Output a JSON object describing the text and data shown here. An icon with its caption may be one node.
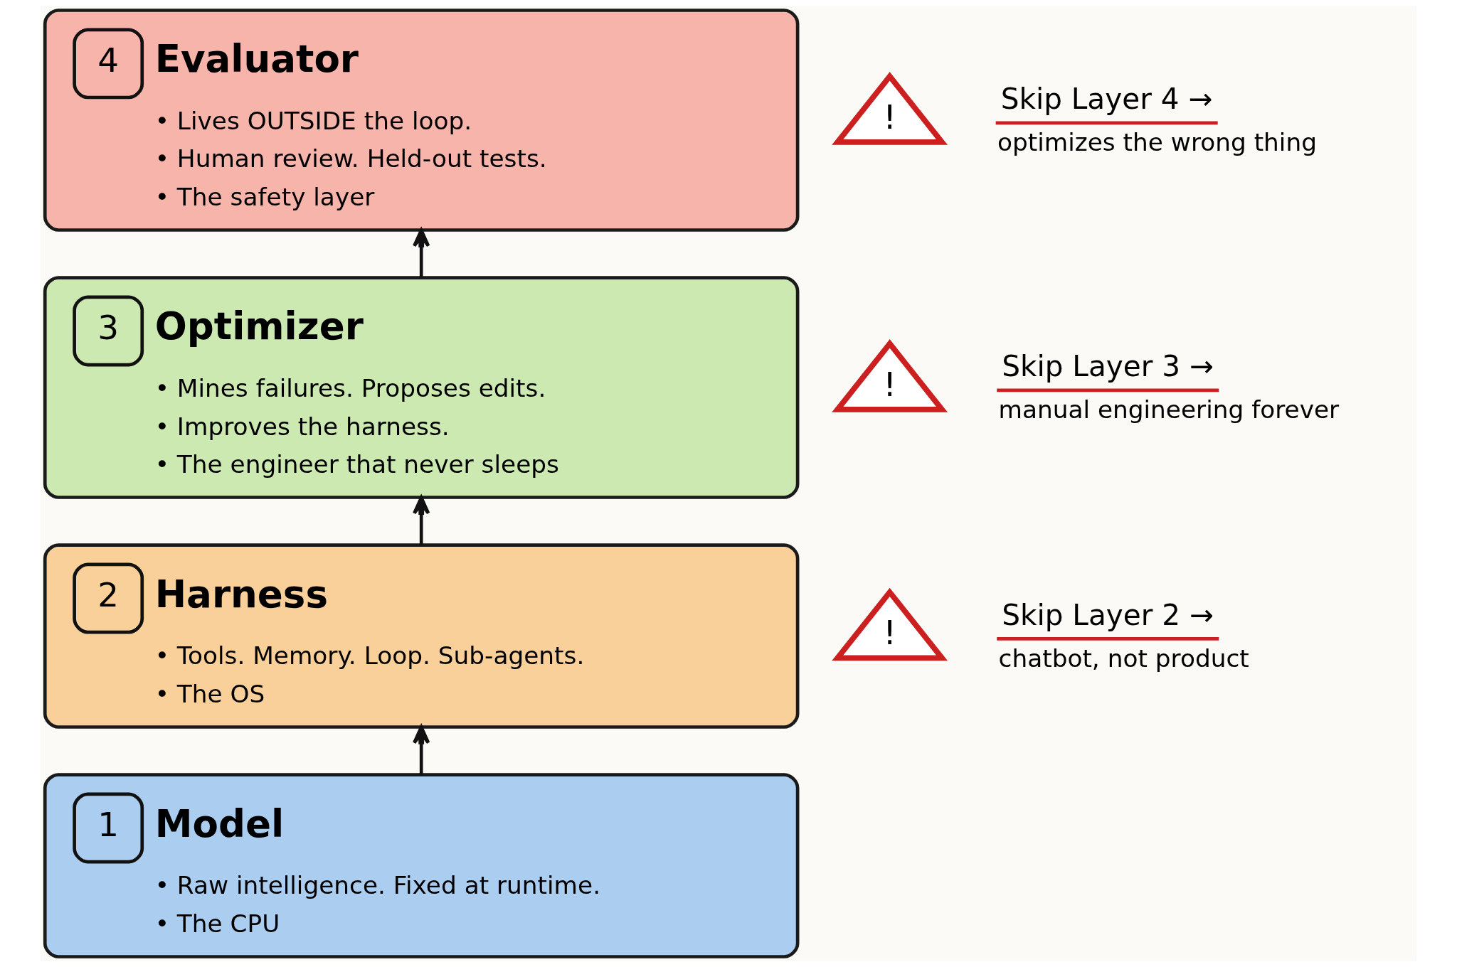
{
  "diagram": {
    "nodes": [
      {
        "text": [
          "4",
          "Evaluator",
          "• Lives OUTSIDE the loop.",
          "• Human review. Held-out tests.",
          "• The safety layer"
        ]
      },
      {
        "text": [
          "!"
        ],
        "beside": [
          "Skip Layer 4 →",
          "optimizes the wrong thing"
        ]
      },
      {
        "text": [
          "3",
          "Optimizer",
          "• Mines failures. Proposes edits.",
          "• Improves the harness.",
          "• The engineer that never sleeps"
        ]
      },
      {
        "text": [
          "!"
        ],
        "beside": [
          "Skip Layer 3 →",
          "manual engineering forever"
        ]
      },
      {
        "text": [
          "2",
          "Harness",
          "• Tools. Memory. Loop. Sub-agents.",
          "• The OS"
        ]
      },
      {
        "text": [
          "!"
        ],
        "beside": [
          "Skip Layer 2 →",
          "chatbot, not product"
        ]
      },
      {
        "text": [
          "1",
          "Model",
          "• Raw intelligence. Fixed at runtime.",
          "• The CPU"
        ]
      }
    ],
    "edges": [
      {
        "from": 6,
        "to": 4,
        "arrow": "to"
      },
      {
        "from": 4,
        "to": 2,
        "arrow": "to"
      },
      {
        "from": 2,
        "to": 0,
        "arrow": "to"
      }
    ]
  }
}
